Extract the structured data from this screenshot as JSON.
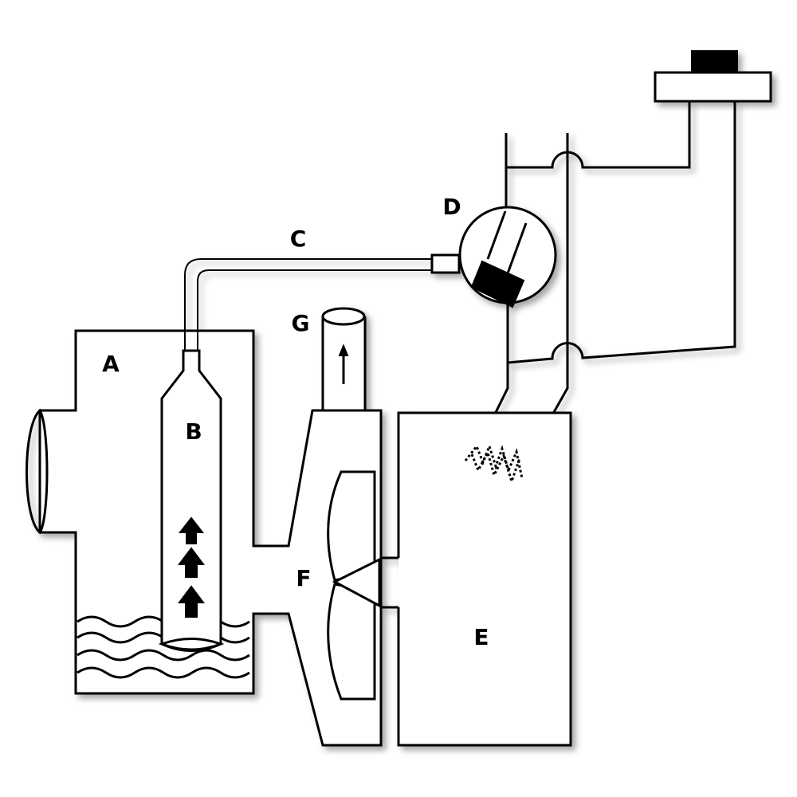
{
  "labels": {
    "a": "A",
    "b": "B",
    "c": "C",
    "d": "D",
    "e": "E",
    "f": "F",
    "g": "G"
  },
  "colors": {
    "stroke": "#000000",
    "fill": "#ffffff",
    "shadow": "#b0b0b0"
  }
}
